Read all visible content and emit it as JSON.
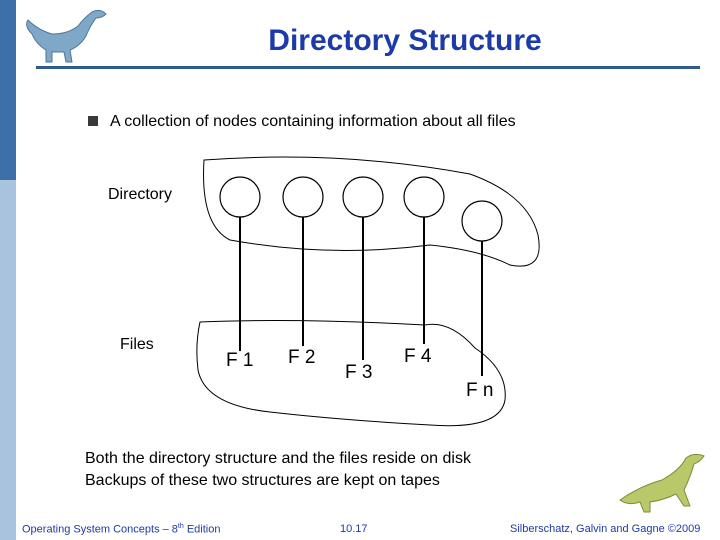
{
  "title": "Directory Structure",
  "bullet": "A collection of nodes containing information about all files",
  "diagram": {
    "directory_label": "Directory",
    "files_label": "Files",
    "file_nodes": [
      "F 1",
      "F 2",
      "F 3",
      "F 4",
      "F n"
    ]
  },
  "notes": [
    "Both the directory structure and the files reside on disk",
    "Backups of these two structures are kept on tapes"
  ],
  "footer": {
    "left_prefix": "Operating System Concepts – 8",
    "left_sup": "th",
    "left_suffix": " Edition",
    "center": "10.17",
    "right": "Silberschatz, Galvin and Gagne ©2009"
  },
  "colors": {
    "title": "#1c3aa8",
    "sidebar_dark": "#3d6fa8",
    "sidebar_light": "#a9c2dd"
  },
  "icons": {
    "top_logo": "dinosaur-icon",
    "bottom_logo": "dinosaur-icon"
  }
}
